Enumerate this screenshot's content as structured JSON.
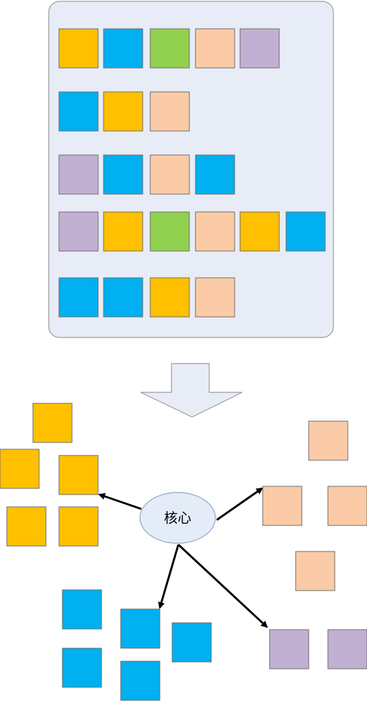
{
  "colors": {
    "yellow": "#FFC000",
    "blue": "#00B0F0",
    "green": "#92D050",
    "peach": "#FACBA6",
    "purple": "#C2B0D2",
    "panel_fill": "#E8ECF6",
    "panel_stroke": "#9A9A9A",
    "ellipse_fill": "#E4ECF8",
    "ellipse_stroke": "#8FA3C6",
    "arrow": "#000000"
  },
  "panel": {
    "rows": [
      [
        "yellow",
        "blue",
        "green",
        "peach",
        "purple"
      ],
      [
        "blue",
        "yellow",
        "peach"
      ],
      [
        "purple",
        "blue",
        "peach",
        "blue"
      ],
      [
        "purple",
        "yellow",
        "green",
        "peach",
        "yellow",
        "blue"
      ],
      [
        "blue",
        "blue",
        "yellow",
        "peach"
      ]
    ]
  },
  "center": {
    "label": "核心"
  },
  "clusters": [
    {
      "name": "yellow",
      "color": "yellow",
      "count": 5
    },
    {
      "name": "blue",
      "color": "blue",
      "count": 5
    },
    {
      "name": "peach",
      "color": "peach",
      "count": 4
    },
    {
      "name": "purple",
      "color": "purple",
      "count": 2
    }
  ]
}
